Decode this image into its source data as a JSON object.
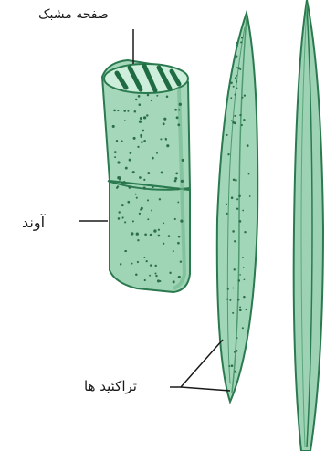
{
  "labels": {
    "perforation_plate": "صفحه مشبک",
    "vessel": "آوند",
    "tracheids": "تراکئید ها"
  },
  "colors": {
    "cell_fill": "#8fceaa",
    "cell_fill_light": "#b5e0c6",
    "outline": "#2b7a4f",
    "dark_band": "#1f6b42",
    "pit": "#2d6e4a",
    "leader": "#1a1a1a"
  }
}
